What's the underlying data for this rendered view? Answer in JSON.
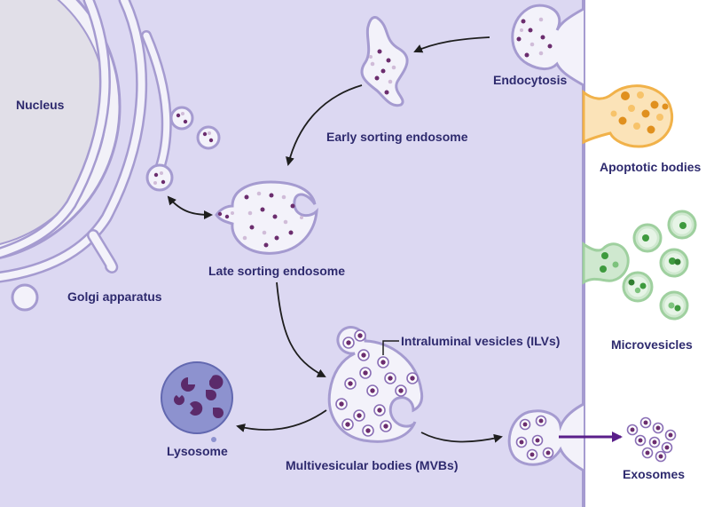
{
  "labels": {
    "nucleus": "Nucleus",
    "golgi": "Golgi apparatus",
    "early_endosome": "Early sorting endosome",
    "late_endosome": "Late sorting endosome",
    "endocytosis": "Endocytosis",
    "ilvs": "Intraluminal vesicles (ILVs)",
    "lysosome": "Lysosome",
    "mvbs": "Multivesicular bodies (MVBs)",
    "apoptotic_bodies": "Apoptotic bodies",
    "microvesicles": "Microvesicles",
    "exosomes": "Exosomes"
  },
  "colors": {
    "cytoplasm": "#dcd8f2",
    "membrane": "#a59bd0",
    "nucleus": "#e1dfe8",
    "cargo_dark": "#6b2d6e",
    "cargo_light": "#d0bcd8",
    "apoptotic": "#f7c36a",
    "apoptotic_dot": "#e0901e",
    "microvesicle": "#cfe8cf",
    "microvesicle_dot": "#3e9a3e",
    "lysosome": "#8d92cf",
    "arrow": "#1e1e1e",
    "exosome_arrow": "#5a1f8a",
    "label_text": "#2e2a6e"
  }
}
